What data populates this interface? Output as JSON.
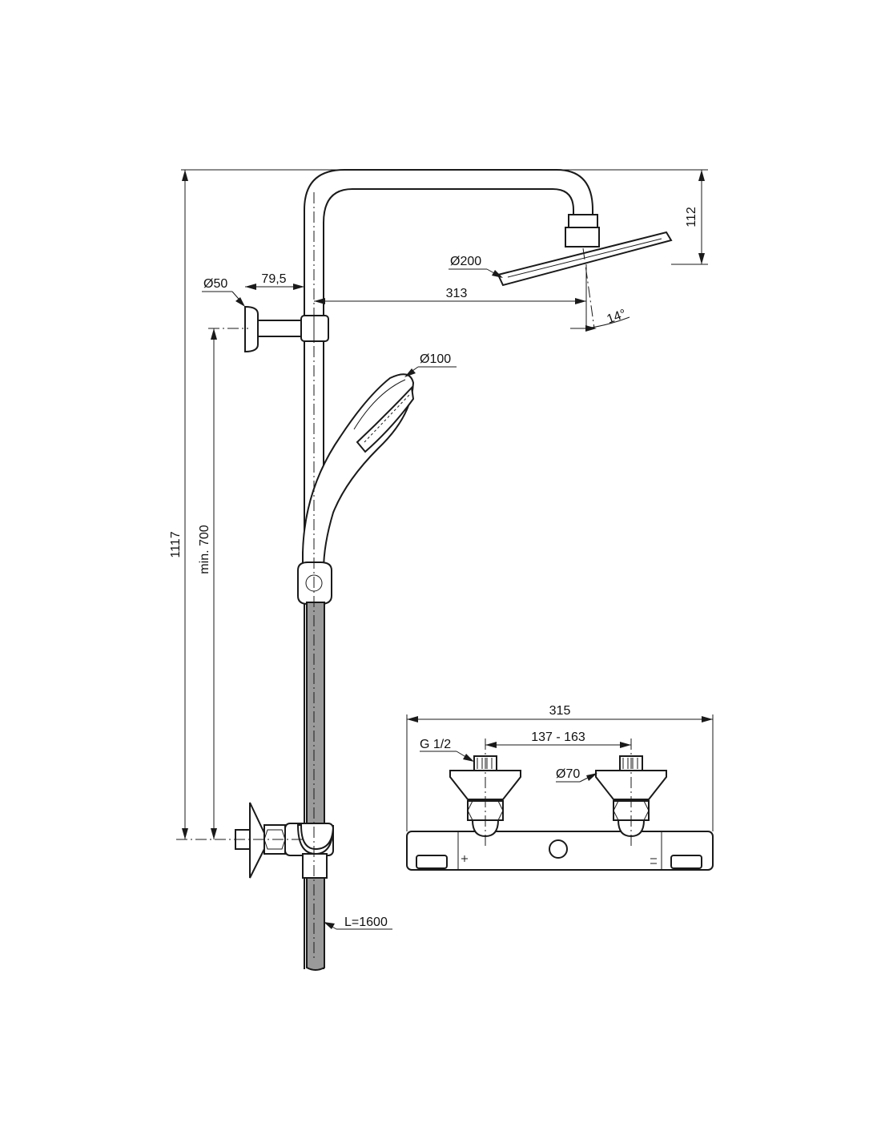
{
  "labels": {
    "total_height": "1117",
    "head_drop": "112",
    "head_diameter": "Ø200",
    "arm_reach": "313",
    "tilt_angle": "14°",
    "bracket_diameter": "Ø50",
    "bracket_offset": "79,5",
    "hand_diameter": "Ø100",
    "min_height": "min. 700",
    "hose_length": "L=1600",
    "mixer_width": "315",
    "inlet_thread": "G 1/2",
    "inlet_spacing": "137 - 163",
    "escutcheon_diameter": "Ø70"
  }
}
